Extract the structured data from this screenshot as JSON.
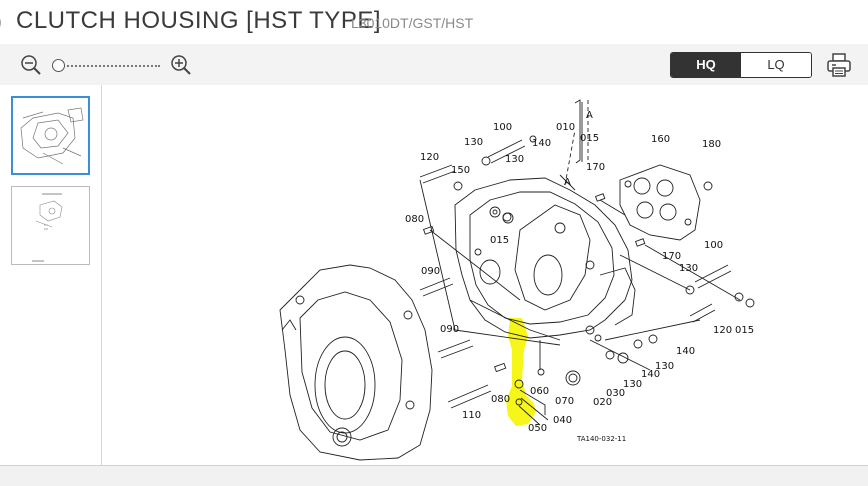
{
  "header": {
    "title": "CLUTCH HOUSING [HST TYPE]",
    "model": "L3010DT/GST/HST"
  },
  "toolbar": {
    "zoom_out_icon": "zoom-out-icon",
    "zoom_in_icon": "zoom-in-icon",
    "zoom_level_fraction": 0,
    "quality": {
      "hq_label": "HQ",
      "lq_label": "LQ",
      "selected": "HQ"
    },
    "print_icon": "printer-icon"
  },
  "sidebar": {
    "thumbnails": [
      {
        "selected": true
      },
      {
        "selected": false
      }
    ]
  },
  "diagram": {
    "code": "TA140-032-11",
    "highlight_color": "#f5f500",
    "callouts": {
      "c010": "010",
      "c015a": "015",
      "cA1": "A",
      "cA2": "A",
      "c100a": "100",
      "c130a": "130",
      "c130b": "130",
      "c140a": "140",
      "c160": "160",
      "c180": "180",
      "c120a": "120",
      "c150": "150",
      "c170a": "170",
      "c080a": "080",
      "c015b": "015",
      "c170b": "170",
      "c100b": "100",
      "c090a": "090",
      "c130c": "130",
      "c120b": "120",
      "c015c": "015",
      "c090b": "090",
      "c140b": "140",
      "c140c": "140",
      "c130d": "130",
      "c130e": "130",
      "c060": "060",
      "c030": "030",
      "c080b": "080",
      "c070": "070",
      "c020": "020",
      "c110": "110",
      "c040": "040",
      "c050": "050"
    }
  }
}
